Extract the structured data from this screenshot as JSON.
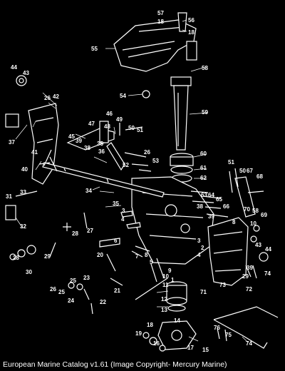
{
  "caption": "European Marine Catalog v1.61 (Image Copyright- Mercury Marine)",
  "colors": {
    "background": "#000000",
    "line": "#ffffff"
  },
  "callouts": [
    "1",
    "2",
    "3",
    "4",
    "5",
    "6",
    "7",
    "8",
    "9",
    "10",
    "11",
    "12",
    "13",
    "14",
    "15",
    "16",
    "17",
    "18",
    "19",
    "20",
    "21",
    "22",
    "23",
    "24",
    "25",
    "26",
    "27",
    "28",
    "29",
    "30",
    "31",
    "32",
    "33",
    "34",
    "35",
    "36",
    "37",
    "38",
    "39",
    "40",
    "41",
    "42",
    "43",
    "44",
    "45",
    "46",
    "47",
    "48",
    "49",
    "50",
    "51",
    "52",
    "53",
    "54",
    "55",
    "56",
    "57",
    "58",
    "59",
    "60",
    "61",
    "62",
    "63",
    "64",
    "65",
    "66",
    "67",
    "68",
    "69",
    "70",
    "71",
    "72",
    "73",
    "74",
    "75",
    "76"
  ]
}
